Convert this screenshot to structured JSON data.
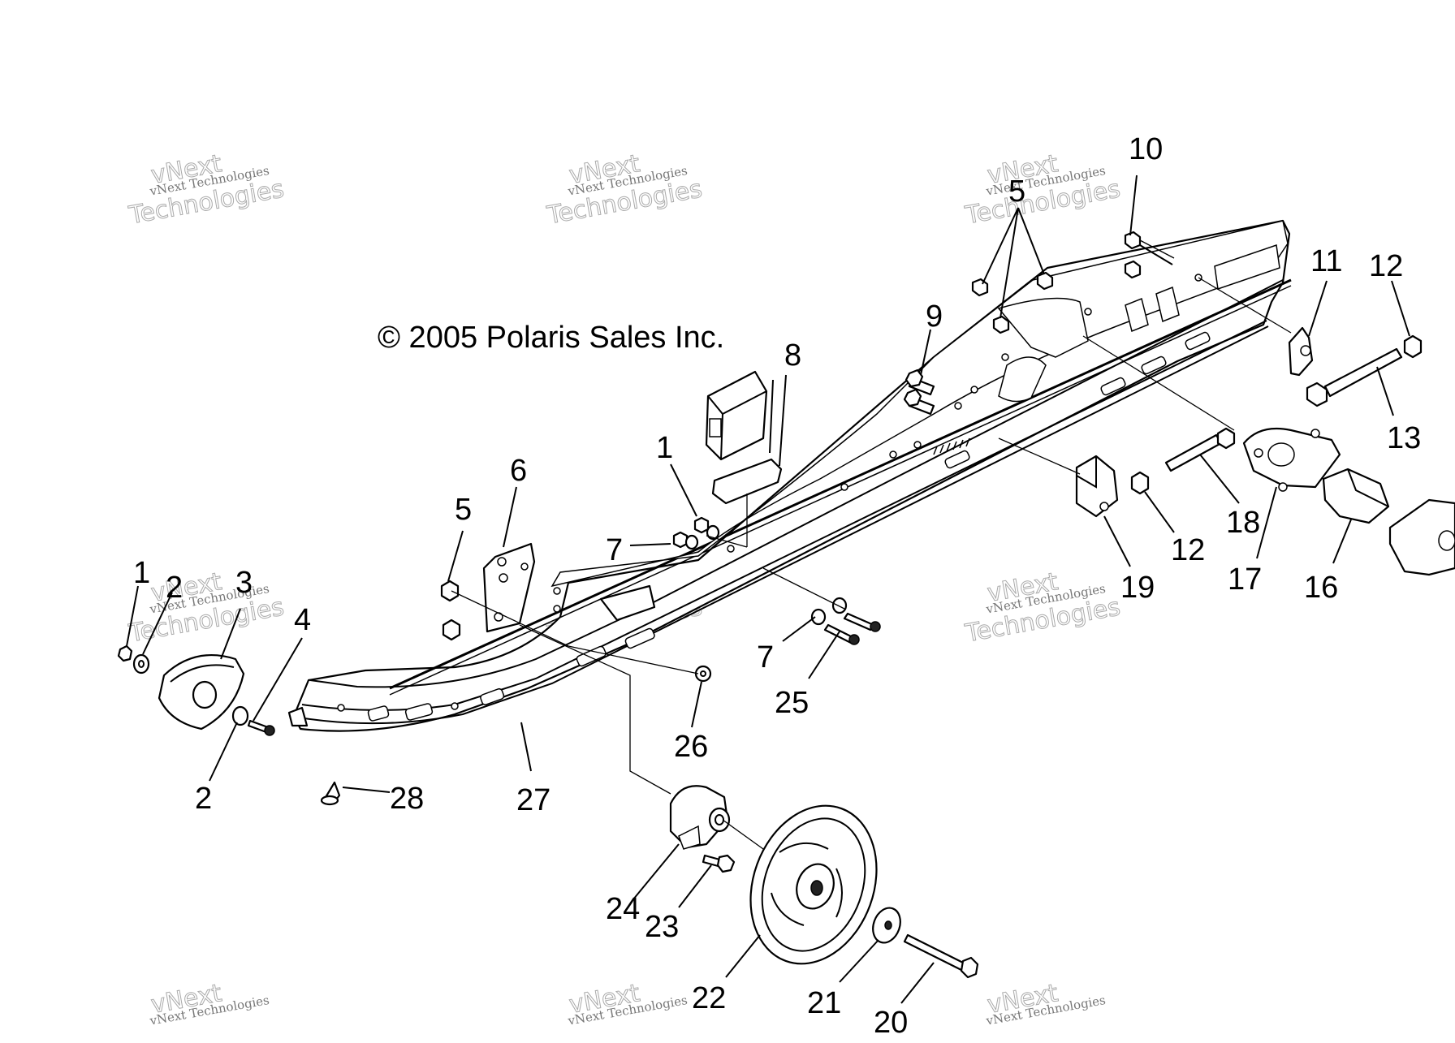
{
  "copyright": "© 2005 Polaris Sales Inc.",
  "watermark": {
    "line1": "vNext",
    "line2": "vNext Technologies",
    "line3": "Technologies"
  },
  "callouts": [
    {
      "id": "c1a",
      "label": "1"
    },
    {
      "id": "c2a",
      "label": "2"
    },
    {
      "id": "c3",
      "label": "3"
    },
    {
      "id": "c4",
      "label": "4"
    },
    {
      "id": "c2b",
      "label": "2"
    },
    {
      "id": "c5a",
      "label": "5"
    },
    {
      "id": "c6",
      "label": "6"
    },
    {
      "id": "c1b",
      "label": "1"
    },
    {
      "id": "c7a",
      "label": "7"
    },
    {
      "id": "c8",
      "label": "8"
    },
    {
      "id": "c7b",
      "label": "7"
    },
    {
      "id": "c25",
      "label": "25"
    },
    {
      "id": "c26",
      "label": "26"
    },
    {
      "id": "c27",
      "label": "27"
    },
    {
      "id": "c28",
      "label": "28"
    },
    {
      "id": "c9",
      "label": "9"
    },
    {
      "id": "c5b",
      "label": "5"
    },
    {
      "id": "c10",
      "label": "10"
    },
    {
      "id": "c11",
      "label": "11"
    },
    {
      "id": "c12a",
      "label": "12"
    },
    {
      "id": "c13",
      "label": "13"
    },
    {
      "id": "c18",
      "label": "18"
    },
    {
      "id": "c12b",
      "label": "12"
    },
    {
      "id": "c19",
      "label": "19"
    },
    {
      "id": "c17",
      "label": "17"
    },
    {
      "id": "c16",
      "label": "16"
    },
    {
      "id": "c24",
      "label": "24"
    },
    {
      "id": "c23",
      "label": "23"
    },
    {
      "id": "c22",
      "label": "22"
    },
    {
      "id": "c21",
      "label": "21"
    },
    {
      "id": "c20",
      "label": "20"
    }
  ]
}
